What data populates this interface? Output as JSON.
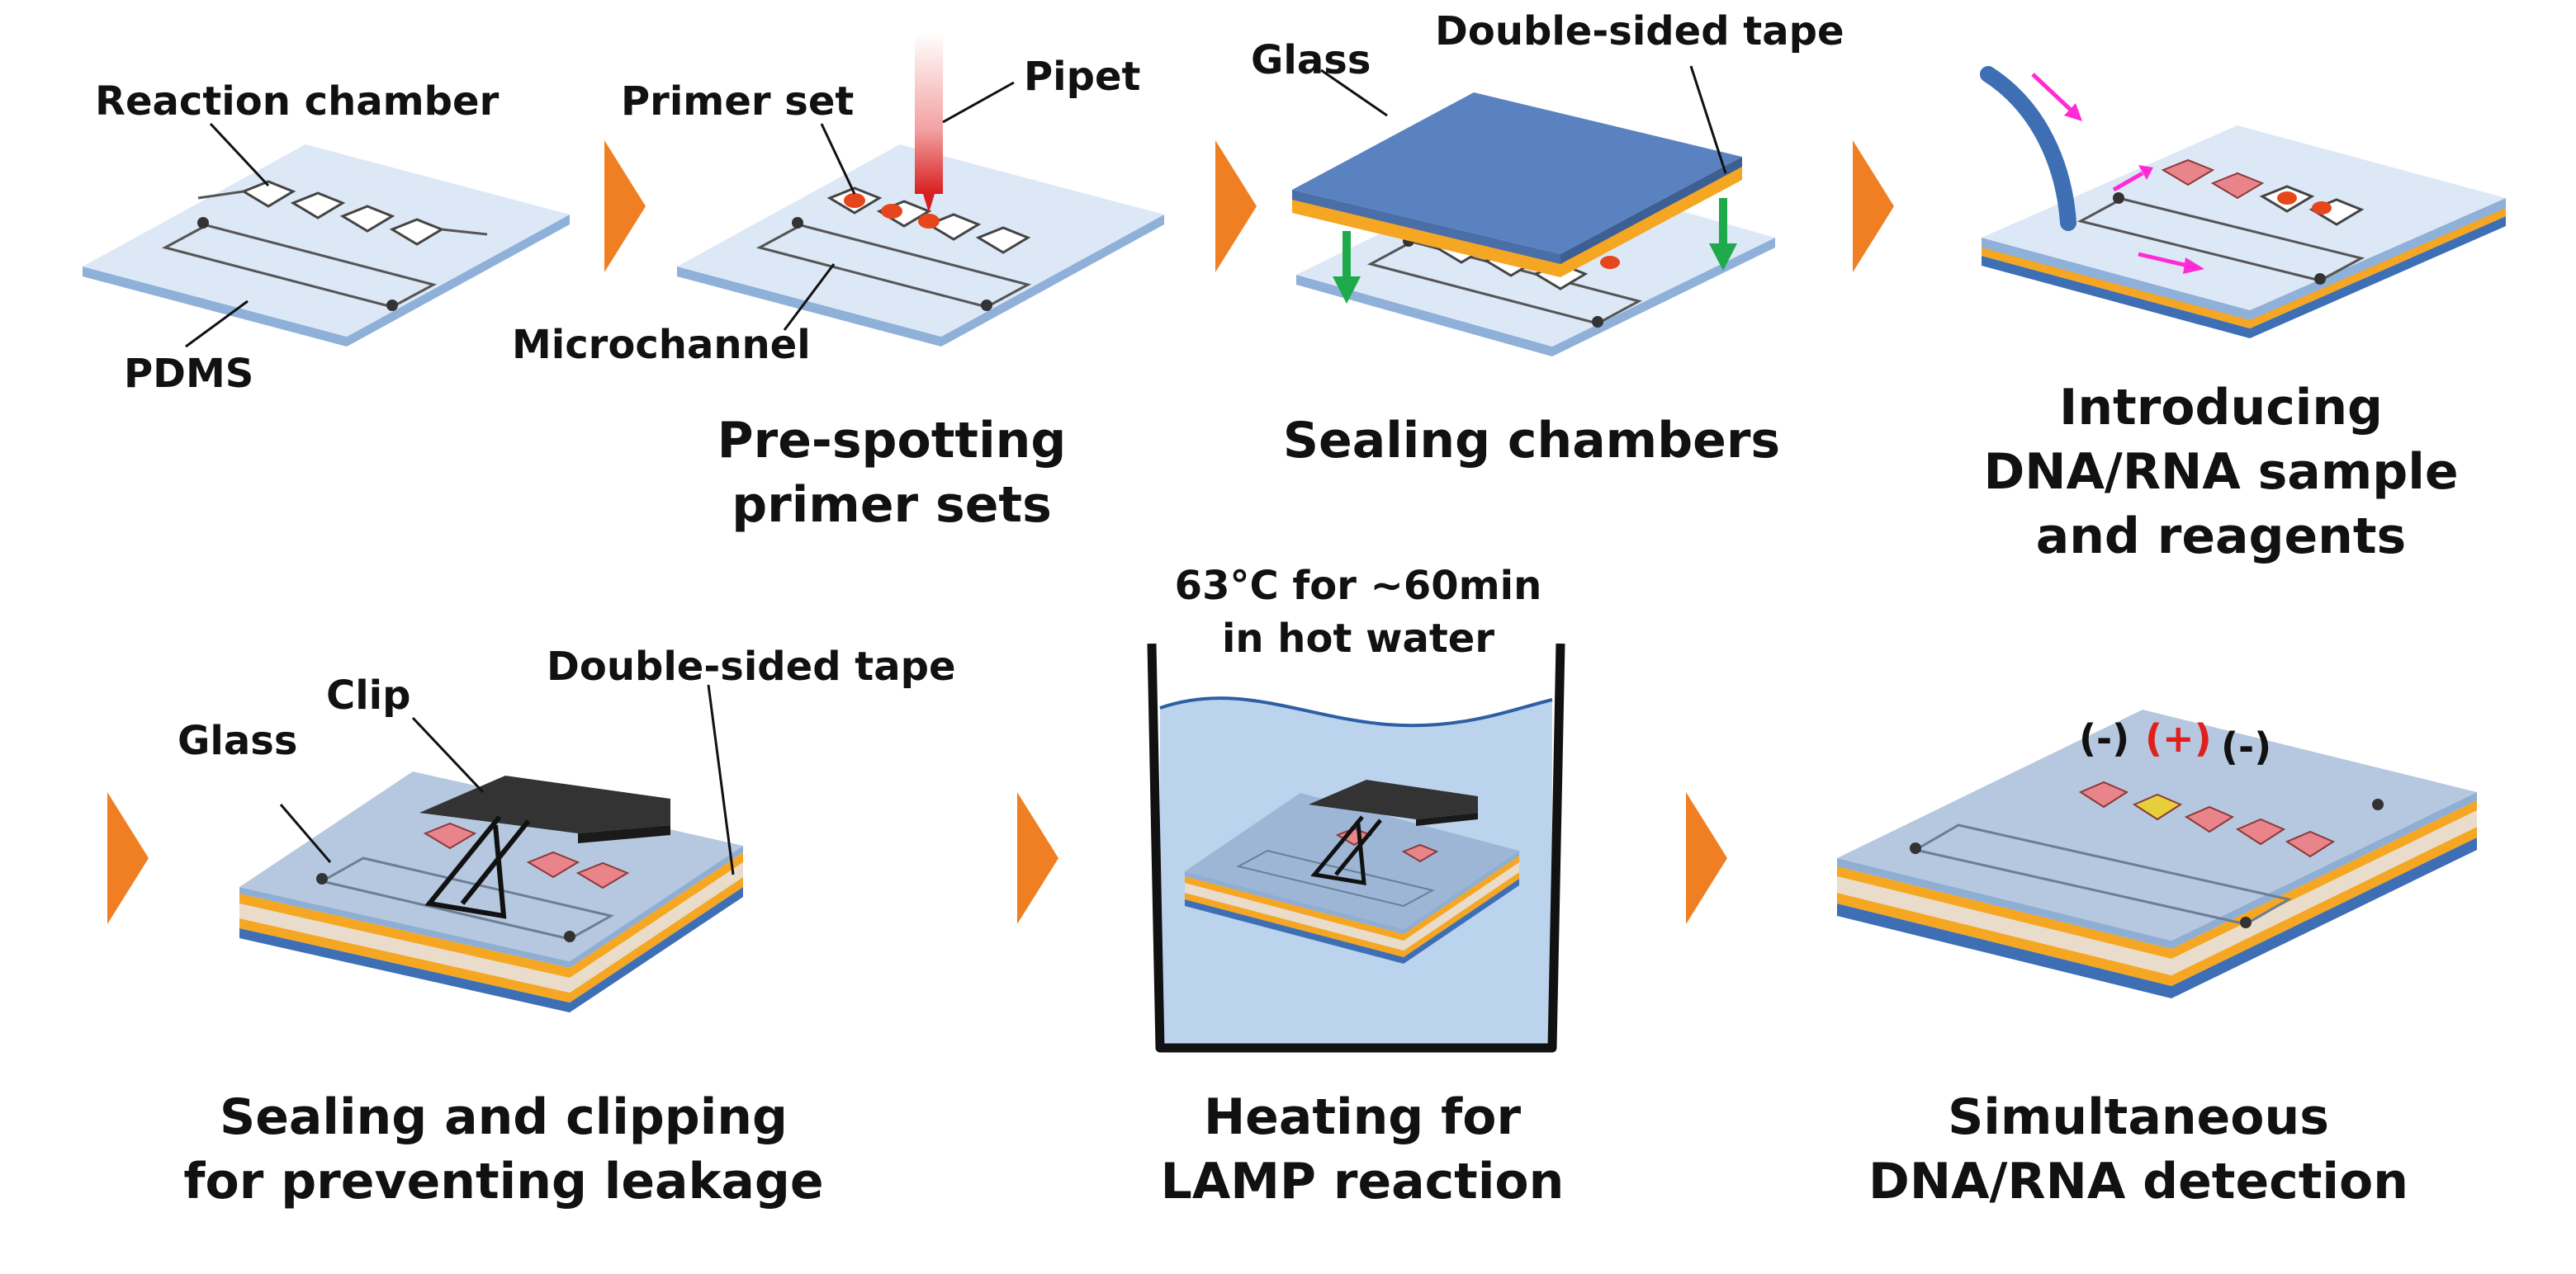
{
  "colors": {
    "pdms": "#dce8f6",
    "pdms_edge": "#8fb0d8",
    "glass_blue": "#5b82c0",
    "tape": "#f5a623",
    "arrow_orange": "#f07f23",
    "arrow_green": "#1eaa4a",
    "arrow_magenta": "#ff2bd6",
    "spot_red": "#e6461b",
    "chamber_pink": "#e8848a",
    "chamber_yellow": "#e6cf3a",
    "water": "#bcd3ee",
    "clip": "#333333"
  },
  "panel1": {
    "label_reaction_chamber": "Reaction chamber",
    "label_pdms": "PDMS"
  },
  "panel2": {
    "label_primer_set": "Primer set",
    "label_pipet": "Pipet",
    "label_microchannel": "Microchannel",
    "caption_line1": "Pre-spotting",
    "caption_line2": "primer sets"
  },
  "panel3": {
    "label_glass": "Glass",
    "label_tape": "Double-sided tape",
    "caption": "Sealing chambers"
  },
  "panel4": {
    "caption_line1": "Introducing",
    "caption_line2": "DNA/RNA sample",
    "caption_line3": "and reagents"
  },
  "panel5": {
    "label_glass": "Glass",
    "label_clip": "Clip",
    "label_tape": "Double-sided tape",
    "caption_line1": "Sealing and clipping",
    "caption_line2": "for preventing leakage"
  },
  "panel6": {
    "note_line1": "63°C for ~60min",
    "note_line2": "in hot water",
    "caption_line1": "Heating for",
    "caption_line2": "LAMP reaction"
  },
  "panel7": {
    "sign_neg1": "(-)",
    "sign_pos": "(+)",
    "sign_neg2": "(-)",
    "caption_line1": "Simultaneous",
    "caption_line2": "DNA/RNA detection"
  }
}
